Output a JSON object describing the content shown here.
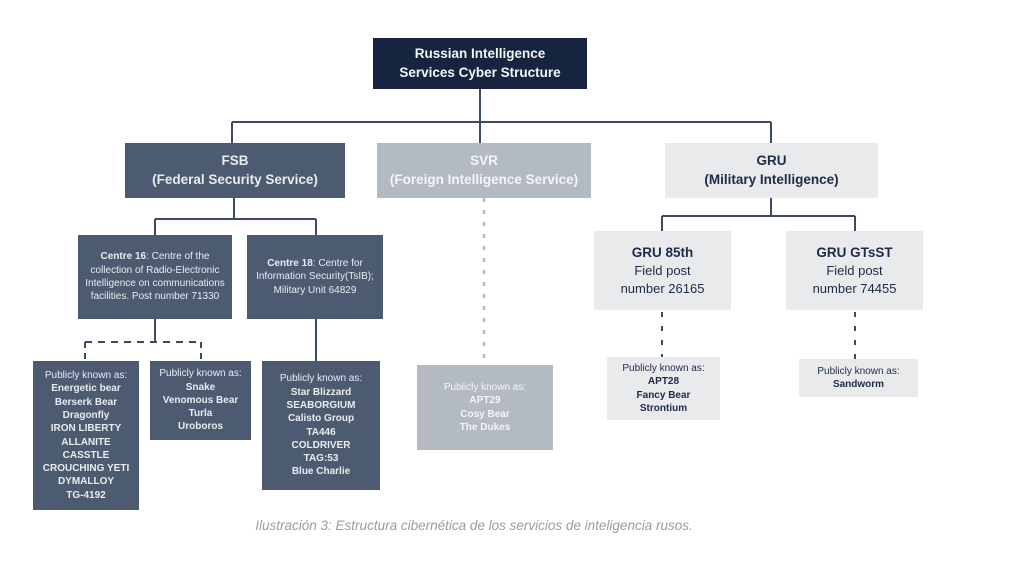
{
  "root": {
    "lines": [
      "Russian Intelligence",
      "Services Cyber Structure"
    ]
  },
  "agencies": {
    "fsb": {
      "name": "FSB",
      "subtitle": "(Federal Security Service)"
    },
    "svr": {
      "name": "SVR",
      "subtitle": "(Foreign Intelligence Service)"
    },
    "gru": {
      "name": "GRU",
      "subtitle": "(Military Intelligence)"
    }
  },
  "units": {
    "centre16": {
      "bold": "Centre 16",
      "rest": ": Centre of the collection of Radio-Electronic Intelligence on communications facilities. Post number 71330"
    },
    "centre18": {
      "bold": "Centre 18",
      "rest": ": Centre for Information Security(TsIB); Military Unit 64829"
    },
    "gru85": {
      "title": "GRU 85th",
      "lines": [
        "Field post",
        "number 26165"
      ]
    },
    "gruGtsst": {
      "title": "GRU GTsST",
      "lines": [
        "Field post",
        "number 74455"
      ]
    }
  },
  "aliasLabel": "Publicly known as:",
  "aliases": {
    "centre16": [
      "Energetic bear",
      "Berserk Bear",
      "Dragonfly",
      "IRON LIBERTY",
      "ALLANITE",
      "CASSTLE",
      "CROUCHING YETI",
      "DYMALLOY",
      "TG-4192"
    ],
    "fsbSecond": [
      "Snake",
      "Venomous Bear",
      "Turla",
      "Uroboros"
    ],
    "centre18": [
      "Star Blizzard",
      "SEABORGIUM",
      "Calisto Group",
      "TA446",
      "COLDRIVER",
      "TAG:53",
      "Blue Charlie"
    ],
    "svr": [
      "APT29",
      "Cosy Bear",
      "The Dukes"
    ],
    "gru85": [
      "APT28",
      "Fancy Bear",
      "Strontium"
    ],
    "gruGtsst": [
      "Sandworm"
    ]
  },
  "caption": "Ilustración 3: Estructura cibernética de los servicios de inteligencia rusos.",
  "colors": {
    "navy": "#17243F",
    "slate": "#4D5B71",
    "midGray": "#B3BAC2",
    "lightGray": "#E9EAEC",
    "navyText": "#1C2B4A",
    "line": "#3D4A63",
    "grayLine": "#B3BAC2",
    "caption": "#9B9C9E"
  }
}
